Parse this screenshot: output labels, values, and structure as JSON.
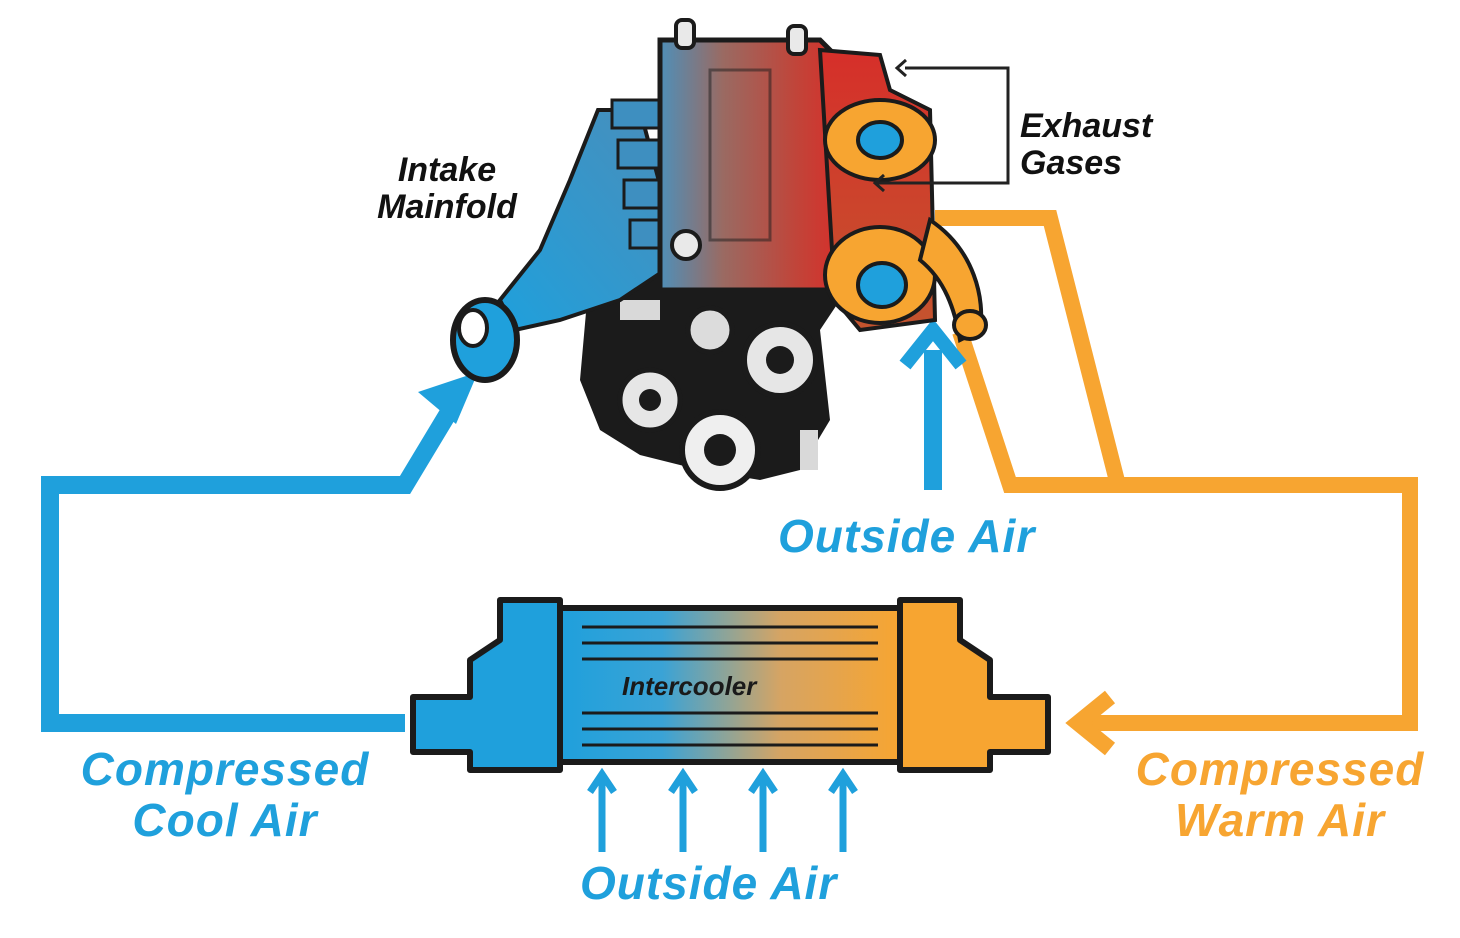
{
  "colors": {
    "cool_blue": "#1FA0DC",
    "warm_orange": "#F7A531",
    "hot_red": "#D62F2A",
    "engine_dark": "#1b1b1b",
    "engine_grey": "#cfcfcf"
  },
  "labels": {
    "intake_manifold": [
      "Intake",
      "Mainfold"
    ],
    "exhaust_gases": [
      "Exhaust",
      "Gases"
    ],
    "outside_air_engine": "Outside Air",
    "intercooler": "Intercooler",
    "compressed_cool_air": [
      "Compressed",
      "Cool Air"
    ],
    "compressed_warm_air": [
      "Compressed",
      "Warm Air"
    ],
    "outside_air_intercooler": "Outside Air"
  },
  "icons": {
    "engine": "engine-icon",
    "intercooler": "intercooler-icon"
  }
}
